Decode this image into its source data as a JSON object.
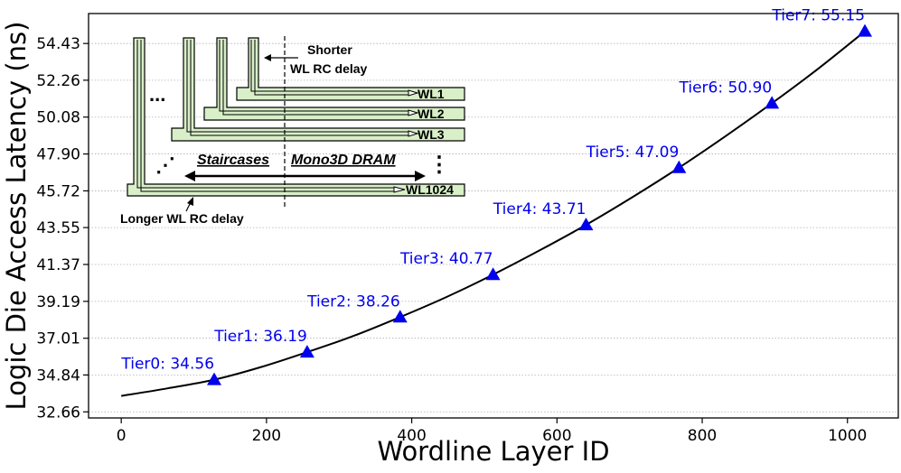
{
  "chart_data": {
    "type": "line",
    "xlabel": "Wordline Layer ID",
    "ylabel": "Logic Die Access Latency (ns)",
    "xlim": [
      -45,
      1070
    ],
    "ylim": [
      32.3,
      56.2
    ],
    "x_ticks": [
      0,
      200,
      400,
      600,
      800,
      1000
    ],
    "y_ticks": [
      32.66,
      34.84,
      37.01,
      39.19,
      41.37,
      43.55,
      45.72,
      47.9,
      50.08,
      52.26,
      54.43
    ],
    "y_tick_labels": [
      "32.66",
      "34.84",
      "37.01",
      "39.19",
      "41.37",
      "43.55",
      "45.72",
      "47.90",
      "50.08",
      "52.26",
      "54.43"
    ],
    "grid": "horizontal dotted",
    "curve": {
      "x": [
        0,
        64,
        128,
        192,
        256,
        320,
        384,
        448,
        512,
        576,
        640,
        704,
        768,
        832,
        896,
        960,
        1024
      ],
      "y": [
        33.6,
        34.05,
        34.56,
        35.3,
        36.19,
        37.15,
        38.26,
        39.45,
        40.77,
        42.2,
        43.71,
        45.35,
        47.09,
        48.95,
        50.9,
        52.95,
        55.15
      ]
    },
    "points": [
      {
        "label": "Tier0: 34.56",
        "x": 128,
        "y": 34.56
      },
      {
        "label": "Tier1: 36.19",
        "x": 256,
        "y": 36.19
      },
      {
        "label": "Tier2: 38.26",
        "x": 384,
        "y": 38.26
      },
      {
        "label": "Tier3: 40.77",
        "x": 512,
        "y": 40.77
      },
      {
        "label": "Tier4: 43.71",
        "x": 640,
        "y": 43.71
      },
      {
        "label": "Tier5: 47.09",
        "x": 768,
        "y": 47.09
      },
      {
        "label": "Tier6: 50.90",
        "x": 896,
        "y": 50.9
      },
      {
        "label": "Tier7: 55.15",
        "x": 1024,
        "y": 55.15
      }
    ],
    "colors": {
      "curve": "#000000",
      "marker": "#0000ee",
      "point_label": "#0000ee",
      "grid": "#b0b0b0",
      "wordline_fill": "#d8efc8"
    }
  },
  "inset": {
    "wordlines": [
      "WL1",
      "WL2",
      "WL3",
      "WL1024"
    ],
    "shorter_label_line1": "Shorter",
    "shorter_label_line2": "WL RC delay",
    "longer_label": "Longer WL RC delay",
    "staircases_label": "Staircases",
    "mono3d_label": "Mono3D DRAM",
    "ellipsis_horizontal": "...",
    "ellipsis_vertical": "⋮",
    "ellipsis_diagonal": "⋰"
  }
}
